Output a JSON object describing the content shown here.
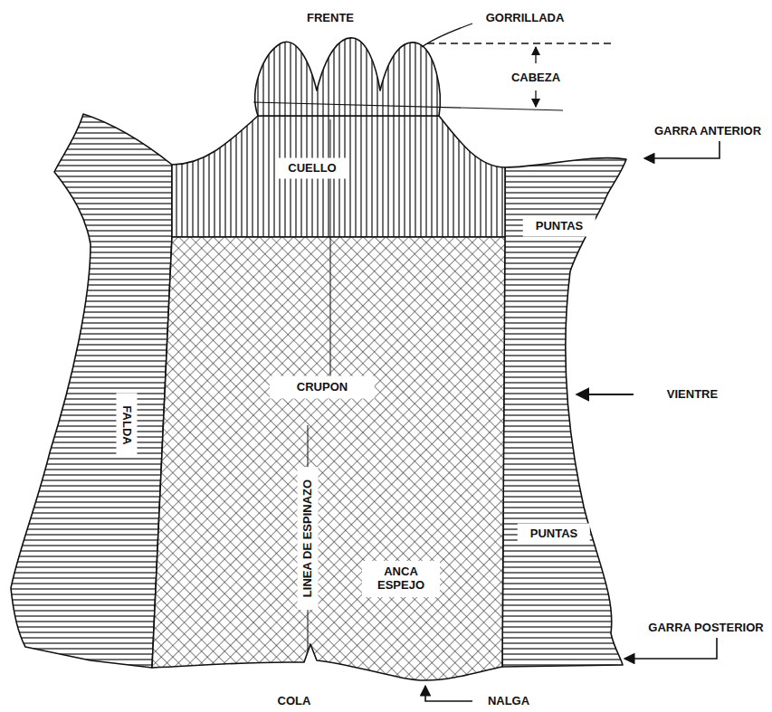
{
  "diagram": {
    "labels": [
      "FRENTE",
      "GORRILLADA",
      "CABEZA",
      "GARRA ANTERIOR",
      "CUELLO",
      "PUNTAS",
      "CRUPON",
      "VIENTRE",
      "FALDA",
      "LINEA DE ESPINAZO",
      "ANCA ESPEJO",
      "PUNTAS",
      "GARRA POSTERIOR",
      "COLA",
      "NALGA"
    ]
  }
}
